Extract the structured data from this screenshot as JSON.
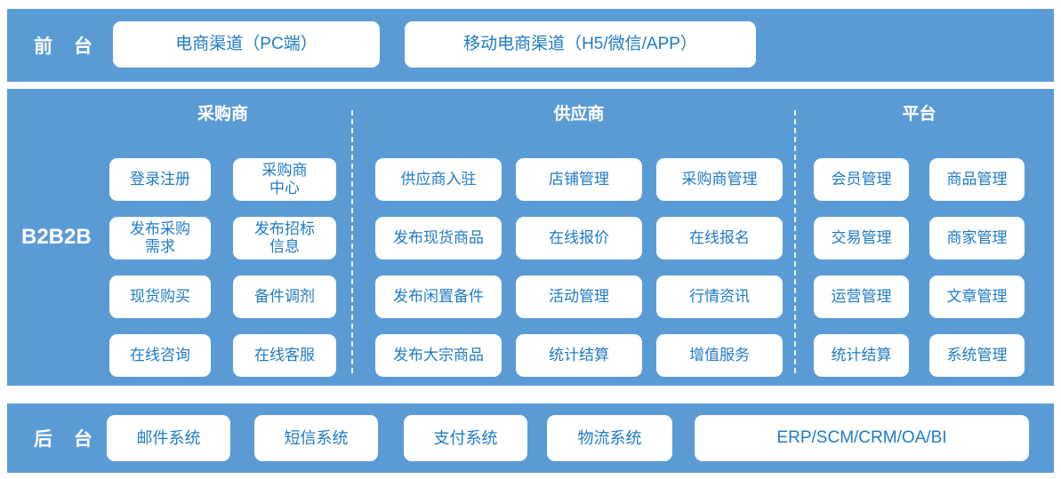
{
  "colors": {
    "band_blue": "#5B9BD5",
    "text_blue": "#1F7BC5"
  },
  "front": {
    "label": "前 台",
    "channels": [
      "电商渠道（PC端）",
      "移动电商渠道（H5/微信/APP）"
    ]
  },
  "b2b2b": {
    "label": "B2B2B",
    "columns": [
      {
        "header": "采购商",
        "items": [
          "登录注册",
          "采购商\n中心",
          "发布采购\n需求",
          "发布招标\n信息",
          "现货购买",
          "备件调剂",
          "在线咨询",
          "在线客服"
        ]
      },
      {
        "header": "供应商",
        "items": [
          "供应商入驻",
          "店铺管理",
          "采购商管理",
          "发布现货商品",
          "在线报价",
          "在线报名",
          "发布闲置备件",
          "活动管理",
          "行情资讯",
          "发布大宗商品",
          "统计结算",
          "增值服务"
        ]
      },
      {
        "header": "平台",
        "items": [
          "会员管理",
          "商品管理",
          "交易管理",
          "商家管理",
          "运营管理",
          "文章管理",
          "统计结算",
          "系统管理"
        ]
      }
    ]
  },
  "back": {
    "label": "后 台",
    "systems": [
      "邮件系统",
      "短信系统",
      "支付系统",
      "物流系统",
      "ERP/SCM/CRM/OA/BI"
    ]
  }
}
